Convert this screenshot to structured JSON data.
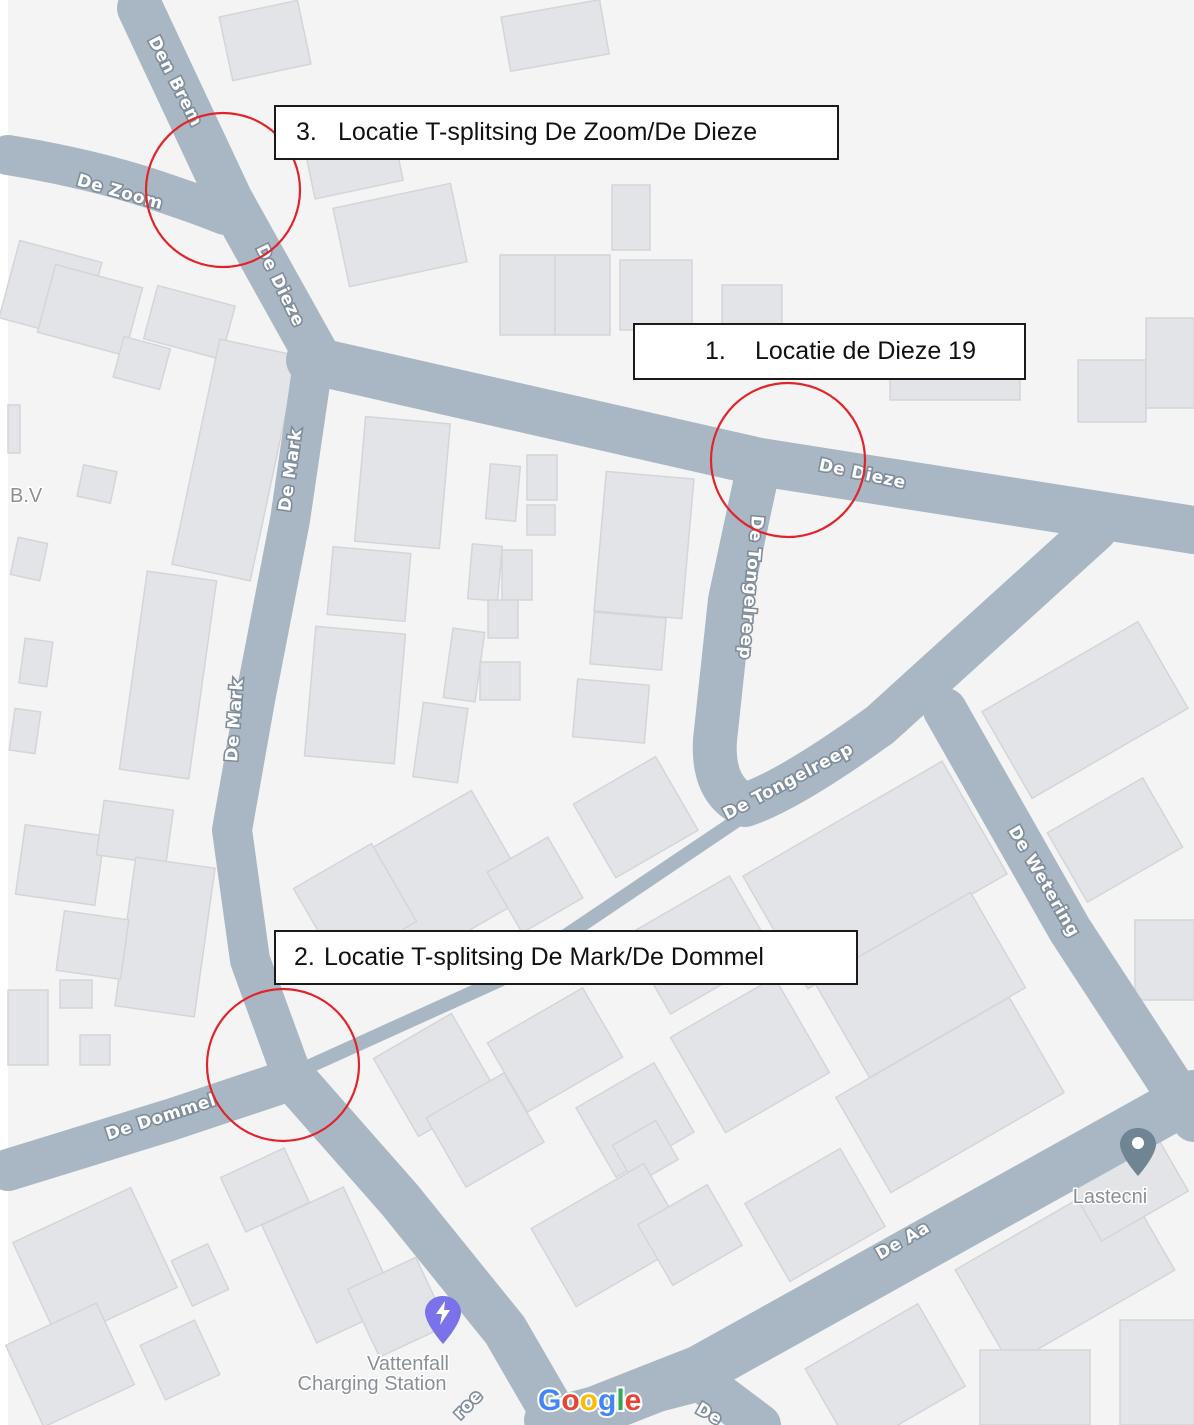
{
  "map": {
    "streets": {
      "den_brem": "Den Brem",
      "de_zoom": "De Zoom",
      "de_dieze_upper": "De Dieze",
      "de_dieze_main": "De Dieze",
      "de_mark_upper": "De Mark",
      "de_mark_lower": "De Mark",
      "de_tongelreep_vertical": "De Tongelreep",
      "de_tongelreep_diagonal": "De Tongelreep",
      "de_wetering": "De Wetering",
      "de_dommel": "De Dommel",
      "de_aa": "De Aa",
      "bottom_partial_left": "roe",
      "bottom_partial_right": "De"
    },
    "pois": {
      "lastecni": "Lastecni",
      "vattenfall_line1": "Vattenfall",
      "vattenfall_line2": "Charging Station",
      "bv_partial": "B.V"
    },
    "logo": {
      "text": "Google",
      "letters": [
        "G",
        "o",
        "o",
        "g",
        "l",
        "e"
      ],
      "colors": [
        "#4285F4",
        "#EA4335",
        "#FBBC05",
        "#4285F4",
        "#34A853",
        "#EA4335"
      ]
    },
    "colors": {
      "road": "#a9b7c4",
      "building": "#e3e4e7",
      "marker": "#e0242b",
      "poi_marker": "#6f8593",
      "charging": "#7b72e9"
    }
  },
  "callouts": [
    {
      "number": "1.",
      "text": "Locatie de Dieze 19"
    },
    {
      "number": "2.",
      "text": "Locatie T-splitsing De Mark/De Dommel"
    },
    {
      "number": "3.",
      "text": "Locatie T-splitsing De Zoom/De Dieze"
    }
  ],
  "icons": {
    "location_pin": "location-pin-icon",
    "charging": "charging-station-icon"
  }
}
